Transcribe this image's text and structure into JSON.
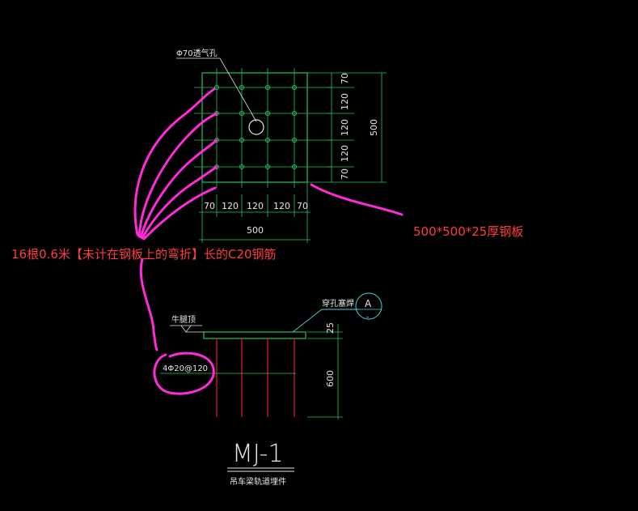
{
  "annotations": {
    "rebar_note": "16根0.6米【未计在钢板上的弯折】长的C20钢筋",
    "plate_note": "500*500*25厚钢板"
  },
  "plan": {
    "hole_label": "Φ70透气孔",
    "vertical_dims": [
      "70",
      "120",
      "120",
      "120",
      "70"
    ],
    "vertical_total": "500",
    "horizontal_dims": [
      "70",
      "120",
      "120",
      "120",
      "70"
    ],
    "horizontal_total": "500"
  },
  "section": {
    "weld_label": "穿孔塞焊",
    "level_label": "牛腿顶",
    "rebar_label": "4Φ20@120",
    "dim_plate": "25",
    "dim_depth": "600",
    "detail_letter": "A",
    "detail_sub": "-"
  },
  "title": {
    "main": "MJ-1",
    "sub": "吊车梁轨道埋件"
  },
  "colors": {
    "background": "#000000",
    "dimension": "#22c55e",
    "rebar": "#e11d2a",
    "markup": "#ff2bd6",
    "text_red": "#ff3c3c",
    "white": "#e6e6e6",
    "cyan": "#4fd1d9"
  }
}
